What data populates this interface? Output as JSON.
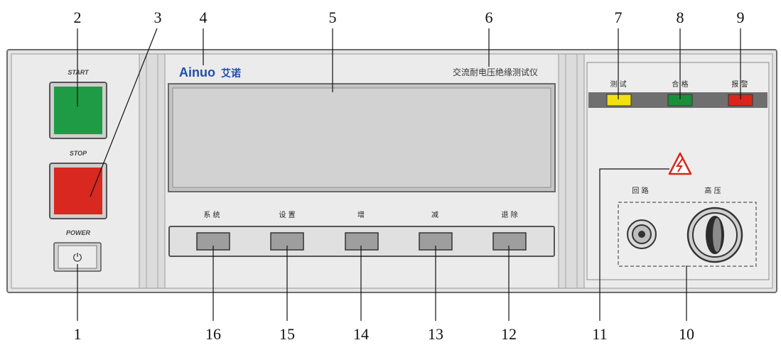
{
  "brand": {
    "logo_text": "Ainuo",
    "logo_cn": "艾诺"
  },
  "device_title": "交流耐电压绝缘测试仪",
  "left_buttons": {
    "start_label": "START",
    "stop_label": "STOP",
    "power_label": "POWER",
    "power_symbol": "⏻"
  },
  "indicators": [
    {
      "label": "测 试",
      "color": "#f2e012"
    },
    {
      "label": "合 格",
      "color": "#1a8f3a"
    },
    {
      "label": "报 警",
      "color": "#d9261c"
    }
  ],
  "keys": [
    "系 统",
    "设 置",
    "增",
    "减",
    "退 除"
  ],
  "terminals": {
    "return_label": "回 路",
    "hv_label": "高 压"
  },
  "callouts": [
    "1",
    "2",
    "3",
    "4",
    "5",
    "6",
    "7",
    "8",
    "9",
    "10",
    "11",
    "12",
    "13",
    "14",
    "15",
    "16"
  ],
  "colors": {
    "start": "#1f9a45",
    "stop": "#d8281f",
    "panel": "#ececec",
    "frame": "#8c8c8c",
    "lcd": "#d2d2d2"
  }
}
